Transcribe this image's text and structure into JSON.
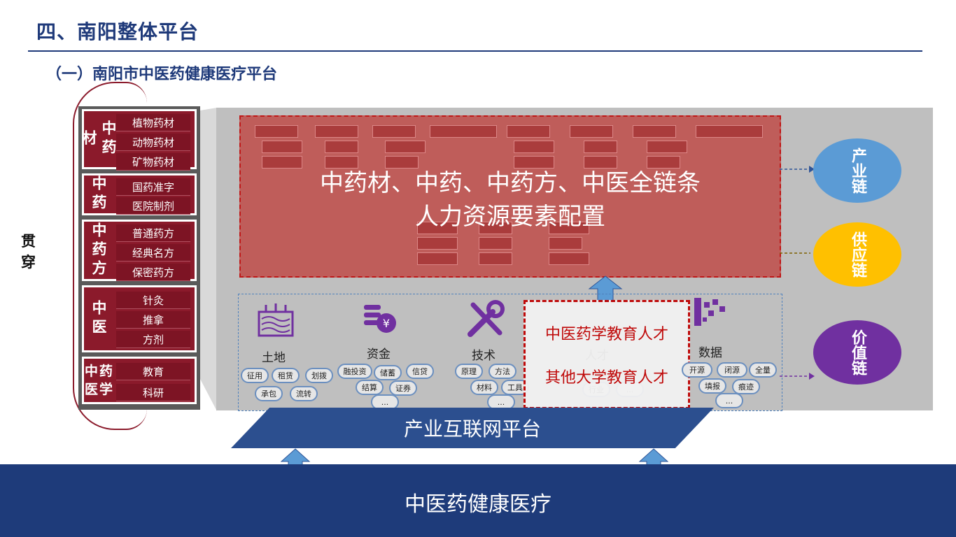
{
  "header": {
    "title": "四、南阳整体平台",
    "subtitle": "（一）南阳市中医药健康医疗平台"
  },
  "sidebar": {
    "brace_label": "贯穿",
    "groups": [
      {
        "title": "中药材",
        "items": [
          "植物药材",
          "动物药材",
          "矿物药材"
        ]
      },
      {
        "title": "中药",
        "items": [
          "国药准字",
          "医院制剂"
        ]
      },
      {
        "title": "中药方",
        "items": [
          "普通药方",
          "经典名方",
          "保密药方"
        ]
      },
      {
        "title": "中医",
        "items": [
          "针灸",
          "推拿",
          "方剂"
        ]
      },
      {
        "title": "中医药学",
        "items": [
          "教育",
          "科研"
        ]
      }
    ]
  },
  "chain_overlay": {
    "line1": "中药材、中药、中药方、中医全链条",
    "line2": "人力资源要素配置"
  },
  "resources": [
    {
      "label": "土地",
      "tags": [
        "征用",
        "租赁",
        "划拨",
        "承包",
        "流转"
      ]
    },
    {
      "label": "资金",
      "tags": [
        "融投资",
        "储蓄",
        "信贷",
        "结算",
        "证券",
        "..."
      ]
    },
    {
      "label": "技术",
      "tags": [
        "原理",
        "方法",
        "材料",
        "工具",
        "..."
      ]
    },
    {
      "label": "人才",
      "tags": [
        "行业",
        "..."
      ]
    },
    {
      "label": "数据",
      "tags": [
        "开源",
        "闭源",
        "全量",
        "填报",
        "痕迹",
        "..."
      ]
    }
  ],
  "talent_overlay": {
    "line1": "中医药学教育人才",
    "line2": "其他大学教育人才"
  },
  "chains": [
    {
      "label": "产业链",
      "color": "#5b9bd5"
    },
    {
      "label": "供应链",
      "color": "#ffc000"
    },
    {
      "label": "价值链",
      "color": "#7030a0"
    }
  ],
  "platform": {
    "label": "产业互联网平台"
  },
  "footer": {
    "label": "中医药健康医疗"
  }
}
